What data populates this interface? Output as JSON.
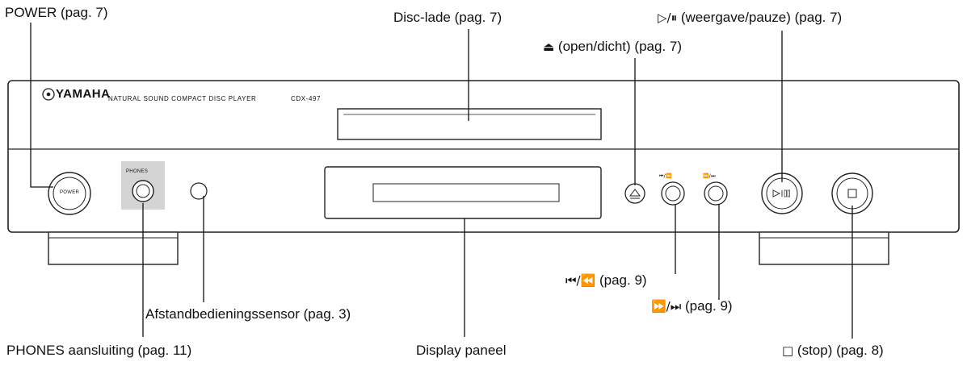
{
  "labels": {
    "power": "POWER (pag. 7)",
    "disc_tray": "Disc-lade (pag. 7)",
    "open_close_text": "(open/dicht) (pag. 7)",
    "play_pause_text": "(weergave/pauze) (pag. 7)",
    "skip_back_text": "(pag. 9)",
    "skip_fwd_text": "(pag. 9)",
    "remote_sensor": "Afstandbedieningssensor (pag. 3)",
    "phones_jack": "PHONES aansluiting (pag. 11)",
    "display_panel": "Display paneel",
    "stop_text": "(stop) (pag. 8)"
  },
  "device": {
    "brand": "YAMAHA",
    "tagline": "NATURAL SOUND COMPACT DISC PLAYER",
    "model": "CDX-497",
    "power_button_label": "POWER",
    "phones_label": "PHONES",
    "skip_back_marking": "⏮/⏪",
    "skip_fwd_marking": "⏩/⏭"
  }
}
